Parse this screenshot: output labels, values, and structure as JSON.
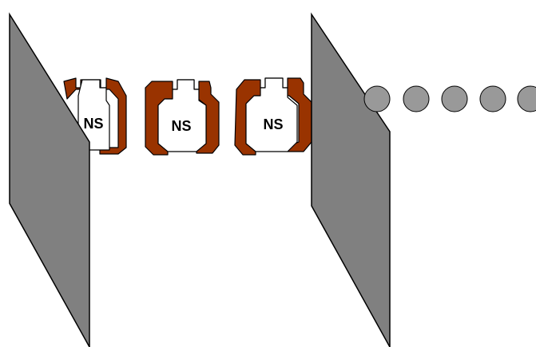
{
  "diagram": {
    "magnets": [
      {
        "label": "NS"
      },
      {
        "label": "NS"
      },
      {
        "label": "NS"
      }
    ],
    "dots": 5,
    "colors": {
      "plate": "#808080",
      "magnet_shell": "#993300",
      "magnet_core": "#ffffff",
      "dot": "#999999"
    }
  }
}
